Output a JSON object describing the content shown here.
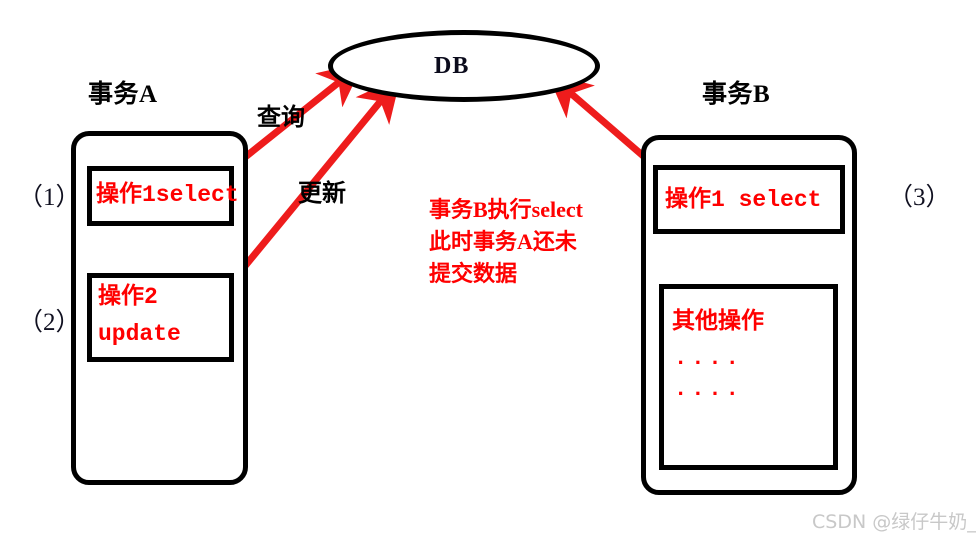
{
  "diagram": {
    "title_db": "DB",
    "colors": {
      "arrow": "#ee1c1c",
      "stroke": "#000000",
      "op_text": "#ff0000",
      "background": "#ffffff",
      "watermark": "#c8c8c8"
    },
    "transaction_a": {
      "header": "事务A",
      "step_labels": [
        "（1）",
        "（2）"
      ],
      "operations": [
        {
          "name": "operation-1",
          "lines": [
            "操作1select"
          ]
        },
        {
          "name": "operation-2",
          "lines": [
            "操作2",
            "update"
          ]
        }
      ]
    },
    "transaction_b": {
      "header": "事务B",
      "step_labels": [
        "（3）"
      ],
      "operations": [
        {
          "name": "operation-1",
          "lines": [
            "操作1 select"
          ]
        },
        {
          "name": "other-operations",
          "lines": [
            "其他操作"
          ],
          "dots": [
            "....",
            "...."
          ]
        }
      ]
    },
    "flow_labels": [
      {
        "name": "query",
        "text": "查询"
      },
      {
        "name": "update",
        "text": "更新"
      }
    ],
    "annotation": {
      "lines": [
        "事务B执行select",
        "此时事务A还未",
        "提交数据"
      ]
    },
    "watermark": "CSDN @绿仔牛奶_"
  }
}
